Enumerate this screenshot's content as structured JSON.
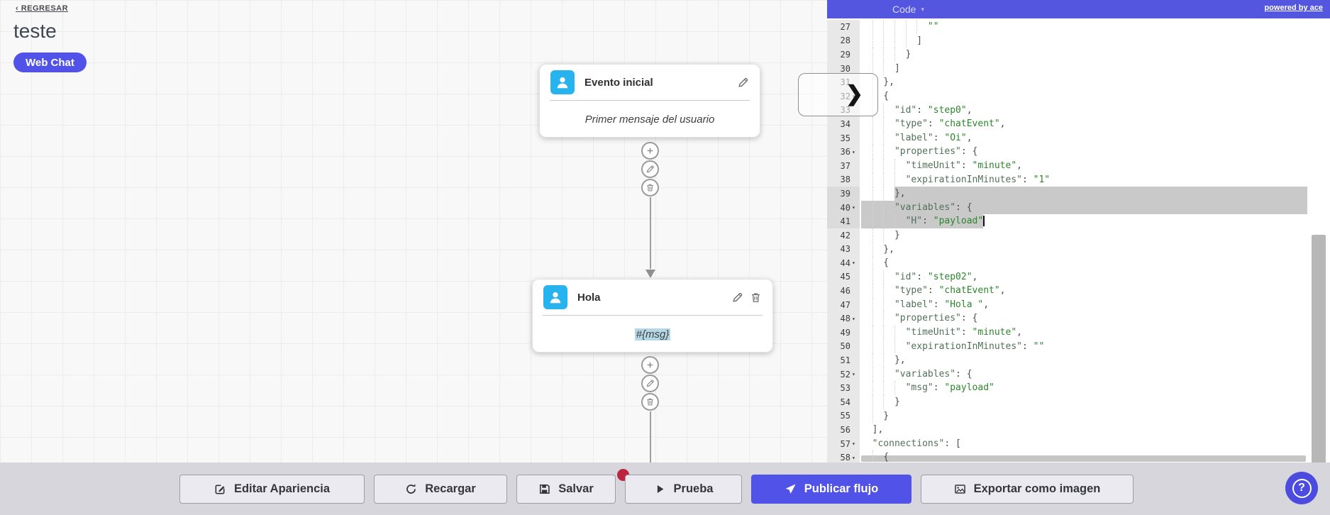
{
  "header": {
    "back_label": "‹ REGRESAR",
    "flow_title": "teste",
    "channel_badge": "Web Chat"
  },
  "canvas": {
    "nodes": [
      {
        "title": "Evento inicial",
        "body": "Primer mensaje del usuario",
        "icon": "person",
        "actions": [
          "pencil"
        ],
        "body_highlight": false
      },
      {
        "title": "Hola",
        "body": "#{msg}",
        "icon": "person",
        "actions": [
          "pencil",
          "trash"
        ],
        "body_highlight": true
      }
    ],
    "connector_actions": [
      "plus",
      "pencil",
      "trash"
    ]
  },
  "code_panel": {
    "header": {
      "title": "Code",
      "dropdown_arrow": "▾",
      "powered_by": "powered by ace"
    },
    "toggle_chevron": "❯",
    "editor": {
      "language": "json",
      "first_line": 27,
      "last_line": 58,
      "cursor": {
        "line": 41,
        "ch": 22
      },
      "lines": [
        {
          "n": 27,
          "indent": 12,
          "tokens": [
            [
              "str",
              "\"\""
            ]
          ]
        },
        {
          "n": 28,
          "indent": 10,
          "tokens": [
            [
              "punct",
              "]"
            ]
          ]
        },
        {
          "n": 29,
          "indent": 8,
          "tokens": [
            [
              "punct",
              "}"
            ]
          ]
        },
        {
          "n": 30,
          "indent": 6,
          "tokens": [
            [
              "punct",
              "]"
            ]
          ]
        },
        {
          "n": 31,
          "indent": 4,
          "tokens": [
            [
              "punct",
              "},"
            ]
          ]
        },
        {
          "n": 32,
          "indent": 4,
          "fold": true,
          "tokens": [
            [
              "punct",
              "{"
            ]
          ]
        },
        {
          "n": 33,
          "indent": 6,
          "tokens": [
            [
              "key",
              "\"id\""
            ],
            [
              "punct",
              ": "
            ],
            [
              "str",
              "\"step0\""
            ],
            [
              "punct",
              ","
            ]
          ]
        },
        {
          "n": 34,
          "indent": 6,
          "tokens": [
            [
              "key",
              "\"type\""
            ],
            [
              "punct",
              ": "
            ],
            [
              "str",
              "\"chatEvent\""
            ],
            [
              "punct",
              ","
            ]
          ]
        },
        {
          "n": 35,
          "indent": 6,
          "tokens": [
            [
              "key",
              "\"label\""
            ],
            [
              "punct",
              ": "
            ],
            [
              "str",
              "\"Oi\""
            ],
            [
              "punct",
              ","
            ]
          ]
        },
        {
          "n": 36,
          "indent": 6,
          "fold": true,
          "tokens": [
            [
              "key",
              "\"properties\""
            ],
            [
              "punct",
              ": {"
            ]
          ]
        },
        {
          "n": 37,
          "indent": 8,
          "tokens": [
            [
              "key",
              "\"timeUnit\""
            ],
            [
              "punct",
              ": "
            ],
            [
              "str",
              "\"minute\""
            ],
            [
              "punct",
              ","
            ]
          ]
        },
        {
          "n": 38,
          "indent": 8,
          "tokens": [
            [
              "key",
              "\"expirationInMinutes\""
            ],
            [
              "punct",
              ": "
            ],
            [
              "str",
              "\"1\""
            ]
          ]
        },
        {
          "n": 39,
          "indent": 6,
          "tokens": [
            [
              "punct",
              "},"
            ]
          ],
          "sel": [
            6,
            "end"
          ]
        },
        {
          "n": 40,
          "indent": 6,
          "fold": true,
          "tokens": [
            [
              "key",
              "\"variables\""
            ],
            [
              "punct",
              ": {"
            ]
          ],
          "sel": [
            0,
            "end"
          ]
        },
        {
          "n": 41,
          "indent": 8,
          "tokens": [
            [
              "key",
              "\"H\""
            ],
            [
              "punct",
              ": "
            ],
            [
              "str",
              "\"payload\""
            ]
          ],
          "sel": [
            0,
            22
          ],
          "cursor": 22
        },
        {
          "n": 42,
          "indent": 6,
          "tokens": [
            [
              "punct",
              "}"
            ]
          ]
        },
        {
          "n": 43,
          "indent": 4,
          "tokens": [
            [
              "punct",
              "},"
            ]
          ]
        },
        {
          "n": 44,
          "indent": 4,
          "fold": true,
          "tokens": [
            [
              "punct",
              "{"
            ]
          ]
        },
        {
          "n": 45,
          "indent": 6,
          "tokens": [
            [
              "key",
              "\"id\""
            ],
            [
              "punct",
              ": "
            ],
            [
              "str",
              "\"step02\""
            ],
            [
              "punct",
              ","
            ]
          ]
        },
        {
          "n": 46,
          "indent": 6,
          "tokens": [
            [
              "key",
              "\"type\""
            ],
            [
              "punct",
              ": "
            ],
            [
              "str",
              "\"chatEvent\""
            ],
            [
              "punct",
              ","
            ]
          ]
        },
        {
          "n": 47,
          "indent": 6,
          "tokens": [
            [
              "key",
              "\"label\""
            ],
            [
              "punct",
              ": "
            ],
            [
              "str",
              "\"Hola \""
            ],
            [
              "punct",
              ","
            ]
          ]
        },
        {
          "n": 48,
          "indent": 6,
          "fold": true,
          "tokens": [
            [
              "key",
              "\"properties\""
            ],
            [
              "punct",
              ": {"
            ]
          ]
        },
        {
          "n": 49,
          "indent": 8,
          "tokens": [
            [
              "key",
              "\"timeUnit\""
            ],
            [
              "punct",
              ": "
            ],
            [
              "str",
              "\"minute\""
            ],
            [
              "punct",
              ","
            ]
          ]
        },
        {
          "n": 50,
          "indent": 8,
          "tokens": [
            [
              "key",
              "\"expirationInMinutes\""
            ],
            [
              "punct",
              ": "
            ],
            [
              "str",
              "\"\""
            ]
          ]
        },
        {
          "n": 51,
          "indent": 6,
          "tokens": [
            [
              "punct",
              "},"
            ]
          ]
        },
        {
          "n": 52,
          "indent": 6,
          "fold": true,
          "tokens": [
            [
              "key",
              "\"variables\""
            ],
            [
              "punct",
              ": {"
            ]
          ]
        },
        {
          "n": 53,
          "indent": 8,
          "tokens": [
            [
              "key",
              "\"msg\""
            ],
            [
              "punct",
              ": "
            ],
            [
              "str",
              "\"payload\""
            ]
          ]
        },
        {
          "n": 54,
          "indent": 6,
          "tokens": [
            [
              "punct",
              "}"
            ]
          ]
        },
        {
          "n": 55,
          "indent": 4,
          "tokens": [
            [
              "punct",
              "}"
            ]
          ]
        },
        {
          "n": 56,
          "indent": 2,
          "tokens": [
            [
              "punct",
              "],"
            ]
          ]
        },
        {
          "n": 57,
          "indent": 2,
          "fold": true,
          "tokens": [
            [
              "key",
              "\"connections\""
            ],
            [
              "punct",
              ": ["
            ]
          ]
        },
        {
          "n": 58,
          "indent": 4,
          "fold": true,
          "tokens": [
            [
              "punct",
              "{"
            ]
          ]
        }
      ]
    },
    "colors": {
      "header_bg": "#5456e0",
      "key": "#53705a",
      "string": "#2d852d",
      "punct": "#4d4d4d",
      "selection": "#c9c9c9"
    }
  },
  "toolbar": {
    "buttons": [
      {
        "id": "editar-apariencia",
        "label": "Editar Apariencia",
        "icon": "pencil-square"
      },
      {
        "id": "recargar",
        "label": "Recargar",
        "icon": "refresh"
      },
      {
        "id": "salvar",
        "label": "Salvar",
        "icon": "save",
        "unsaved_dot": true
      },
      {
        "id": "prueba",
        "label": "Prueba",
        "icon": "play"
      },
      {
        "id": "publicar-flujo",
        "label": "Publicar flujo",
        "icon": "send",
        "variant": "primary"
      },
      {
        "id": "exportar-como-imagen",
        "label": "Exportar como imagen",
        "icon": "image"
      }
    ],
    "unsaved_indicator_color": "#bd2440",
    "accent_color": "#5152e8"
  },
  "help_button": {
    "glyph": "?"
  }
}
